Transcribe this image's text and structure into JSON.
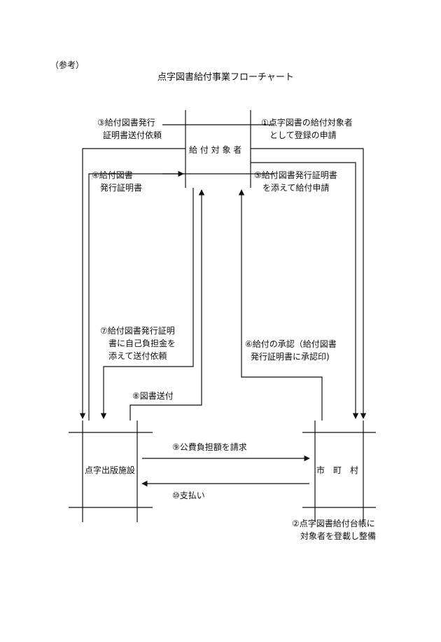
{
  "reference_label": "（参考）",
  "title": "点字図書給付事業フローチャート",
  "nodes": {
    "recipient": "給 付 対 象 者",
    "facility": "点字出版施設",
    "municipality": "市　町　村"
  },
  "steps": {
    "s1": [
      "①点字図書の給付対象者",
      "として登録の申請"
    ],
    "s2": [
      "②点字図書給付台帳に",
      "対象者を登載し整備"
    ],
    "s3": [
      "③給付図書発行",
      "証明書送付依頼"
    ],
    "s4": [
      "④給付図書",
      "発行証明書"
    ],
    "s5": [
      "⑤給付図書発行証明書",
      "を添えて給付申請"
    ],
    "s6": [
      "⑥給付の承認（給付図書",
      "発行証明書に承認印)"
    ],
    "s7": [
      "⑦給付図書発行証明",
      "書に自己負担金を",
      "添えて送付依頼"
    ],
    "s8": [
      "⑧図書送付"
    ],
    "s9": [
      "⑨公費負担額を請求"
    ],
    "s10": [
      "⑩支払い"
    ]
  }
}
